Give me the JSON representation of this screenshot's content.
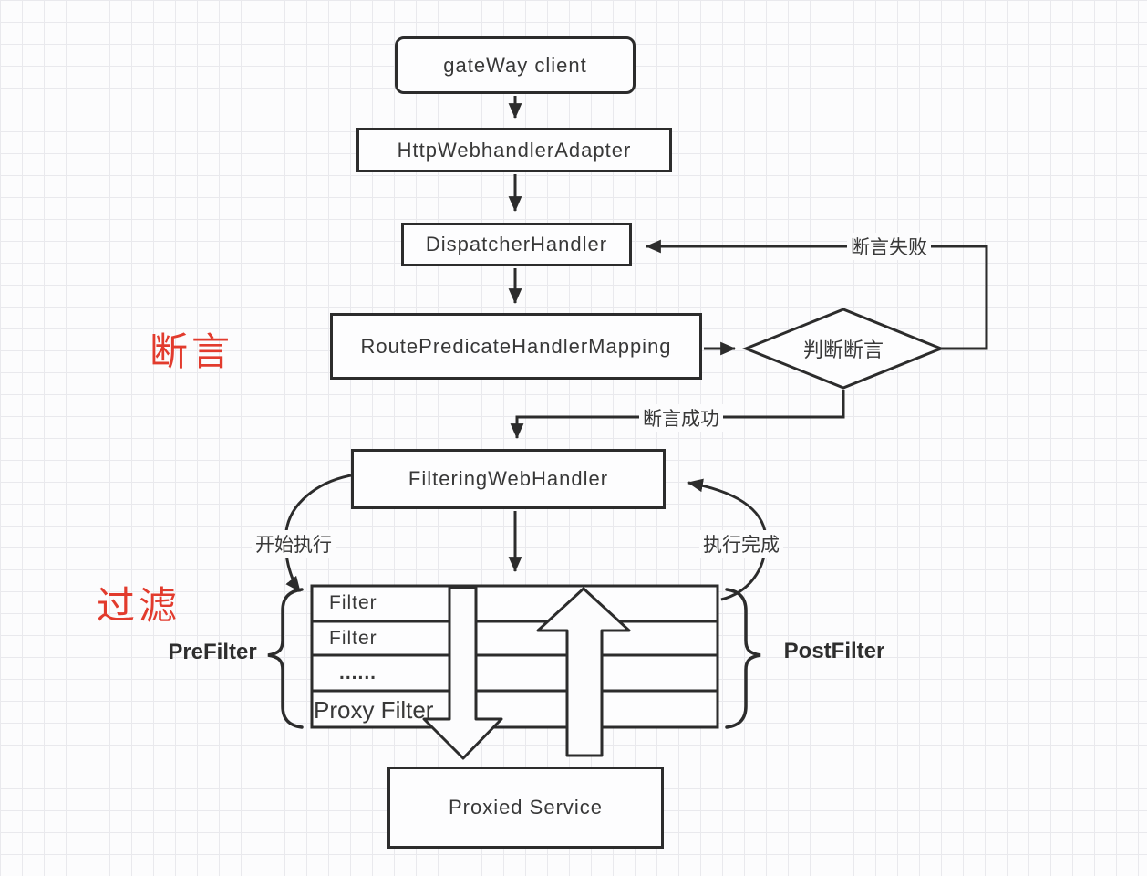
{
  "diagram": {
    "nodes": {
      "gateway_client": "gateWay client",
      "http_webhandler_adapter": "HttpWebhandlerAdapter",
      "dispatcher_handler": "DispatcherHandler",
      "route_predicate_handler_mapping": "RoutePredicateHandlerMapping",
      "judge_predicate_decision": "判断断言",
      "filtering_web_handler": "FilteringWebHandler",
      "proxied_service": "Proxied Service"
    },
    "edge_labels": {
      "predicate_fail": "断言失败",
      "predicate_success": "断言成功",
      "start_execute": "开始执行",
      "execute_complete": "执行完成"
    },
    "section_labels": {
      "predicate": "断言",
      "filter": "过滤"
    },
    "filter_stack": {
      "rows": [
        "Filter",
        "Filter",
        "......",
        "Proxy Filter"
      ],
      "pre_label": "PreFilter",
      "post_label": "PostFilter"
    },
    "colors": {
      "stroke": "#2c2c2c",
      "accent_red": "#e23b2d",
      "grid": "#e9e9ed",
      "background": "#fcfcfd",
      "node_fill": "#fdfdfe"
    }
  }
}
